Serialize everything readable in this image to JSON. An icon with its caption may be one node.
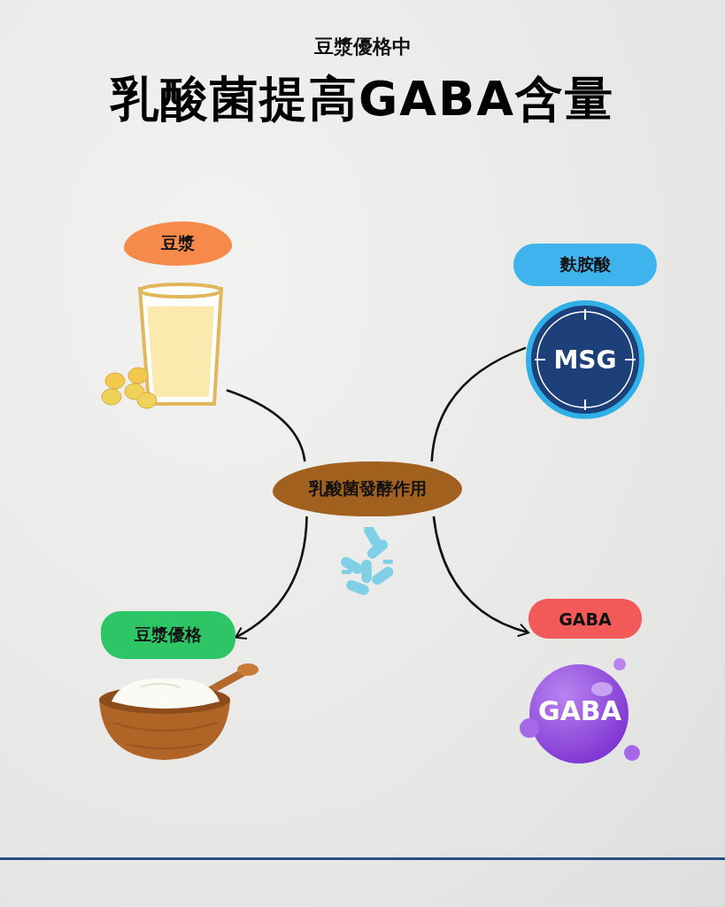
{
  "diagram": {
    "title": "乳酸菌提高GABA含量",
    "nodes": [
      {
        "text": [
          "豆漿"
        ]
      },
      {
        "text": [],
        "shape": "picture"
      },
      {
        "text": [
          "麩胺酸"
        ]
      },
      {
        "text": [
          "MSG"
        ]
      },
      {
        "text": [
          "乳酸菌發酵作用"
        ]
      },
      {
        "text": [
          "豆漿優格"
        ]
      },
      {
        "text": [],
        "shape": "picture"
      },
      {
        "text": [
          "GABA"
        ]
      },
      {
        "text": [
          "GABA"
        ]
      }
    ],
    "edges": [
      {
        "from": 1,
        "to": 4,
        "arrow": "none"
      },
      {
        "from": 4,
        "to": 5,
        "arrow": "to"
      },
      {
        "from": 3,
        "to": 4,
        "arrow": "none"
      },
      {
        "from": 4,
        "to": 7,
        "arrow": "to"
      }
    ],
    "labels": [
      "豆漿優格中"
    ]
  }
}
